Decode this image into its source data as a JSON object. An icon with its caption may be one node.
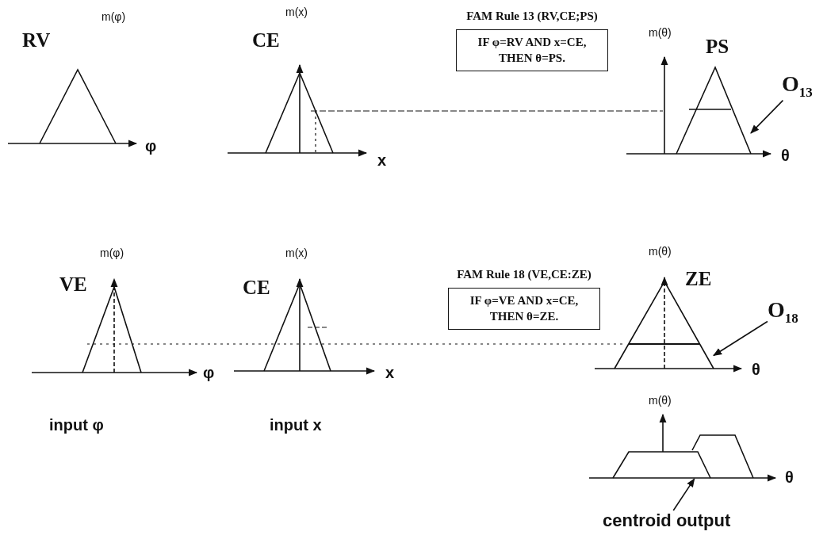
{
  "diagram": {
    "nodes": [
      {
        "text": [
          "FAM Rule 13 (RV,CE;PS)",
          "IF φ=RV AND x=CE, THEN θ=PS."
        ]
      },
      {
        "text": [
          "FAM Rule 18 (VE,CE:ZE)",
          "IF φ=VE AND x=CE, THEN θ=ZE."
        ]
      },
      {
        "text": [
          "O$_{13}$"
        ]
      },
      {
        "text": [
          "O$_{18}$"
        ]
      },
      {
        "text": [
          "centroid output"
        ]
      },
      {
        "text": [],
        "shape": "picture",
        "beside": [
          "PS"
        ]
      },
      {
        "text": [],
        "shape": "picture",
        "beside": [
          "ZE"
        ]
      },
      {
        "text": [],
        "shape": "picture"
      }
    ],
    "edges": [
      {
        "from": 2,
        "to": 5,
        "arrow": "to"
      },
      {
        "from": 3,
        "to": 6,
        "arrow": "to"
      },
      {
        "from": 4,
        "to": 7,
        "arrow": "to"
      }
    ],
    "labels": [
      "m(φ)",
      "RV",
      "φ",
      "m(x)",
      "CE",
      "x",
      "m(θ)",
      "θ",
      "m(φ)",
      "VE",
      "φ",
      "m(x)",
      "CE",
      "x",
      "m(θ)",
      "θ",
      "input φ",
      "input x",
      "m(θ)",
      "θ"
    ]
  }
}
